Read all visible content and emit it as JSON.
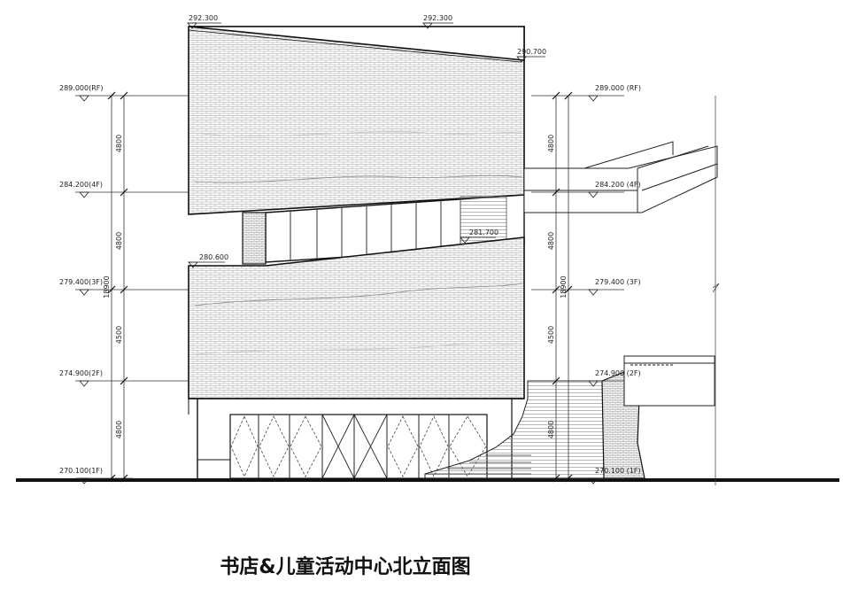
{
  "caption": "书店&儿童活动中心北立面图",
  "roof_levels": {
    "left": "292.300",
    "mid": "292.300",
    "right": "290.700"
  },
  "intermediate_levels": {
    "window_band_right": "281.700",
    "lower_block_left": "280.600"
  },
  "left_levels": [
    {
      "label": "289.000(RF)"
    },
    {
      "label": "284.200(4F)"
    },
    {
      "label": "279.400(3F)"
    },
    {
      "label": "274.900(2F)"
    },
    {
      "label": "270.100(1F)"
    }
  ],
  "right_levels": [
    {
      "label": "289.000 (RF)"
    },
    {
      "label": "284.200 (4F)"
    },
    {
      "label": "279.400 (3F)"
    },
    {
      "label": "274.900 (2F)"
    },
    {
      "label": "270.100 (1F)"
    }
  ],
  "dimensions": {
    "segments": [
      "4800",
      "4800",
      "4500",
      "4800"
    ],
    "total": "18900"
  },
  "colors": {
    "line": "#111111",
    "texture": "#9a9a9a",
    "hatch": "#b5b5b5"
  }
}
